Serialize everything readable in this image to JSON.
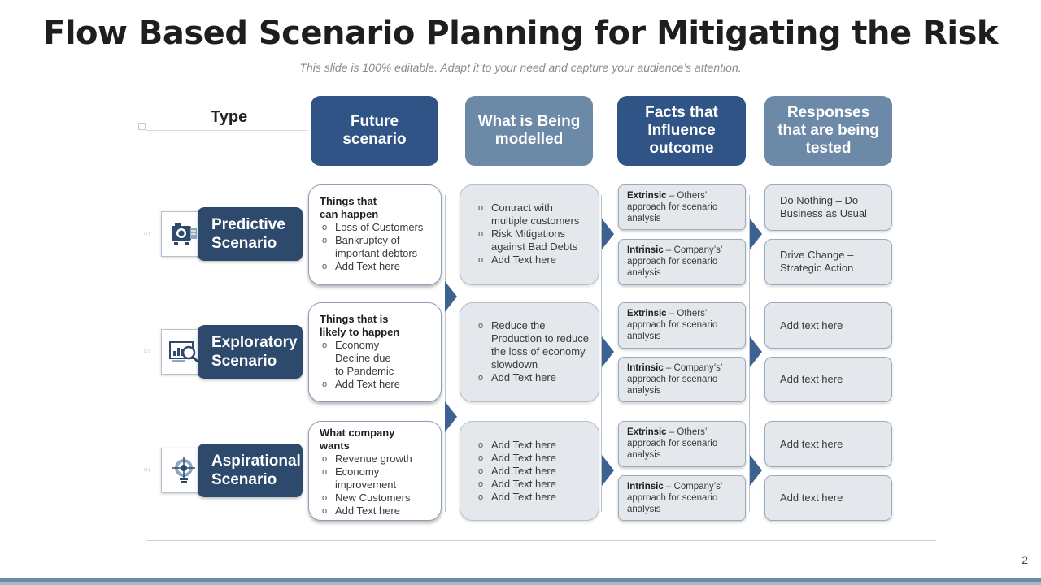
{
  "title": "Flow Based Scenario Planning for Mitigating the Risk",
  "subtitle": "This slide is 100% editable. Adapt it to your need and capture your audience’s attention.",
  "type_label": "Type",
  "headers": [
    "Future scenario",
    "What is Being modelled",
    "Facts that Influence outcome",
    "Responses that are being tested"
  ],
  "scenarios": [
    {
      "name_line1": "Predictive",
      "name_line2": "Scenario",
      "icon": "camera-report-icon",
      "future": {
        "head": "Things that can happen",
        "items": [
          "Loss of Customers",
          "Bankruptcy of important debtors",
          "Add Text here"
        ]
      },
      "modelled": [
        "Contract with multiple customers",
        "Risk Mitigations against Bad Debts",
        "Add Text here"
      ],
      "facts": [
        {
          "bold": "Extrinsic",
          "text": " – Others’ approach for scenario analysis"
        },
        {
          "bold": "Intrinsic",
          "text": " – Company’s’ approach for scenario analysis"
        }
      ],
      "responses": [
        "Do Nothing – Do Business as Usual",
        "Drive Change – Strategic Action"
      ]
    },
    {
      "name_line1": "Exploratory",
      "name_line2": "Scenario",
      "icon": "chart-magnifier-icon",
      "future": {
        "head": "Things that is likely to happen",
        "items": [
          "Economy Decline due to Pandemic",
          "Add Text here"
        ]
      },
      "modelled": [
        "Reduce the Production to reduce the loss of economy slowdown",
        "Add Text here"
      ],
      "facts": [
        {
          "bold": "Extrinsic",
          "text": " – Others’ approach for scenario analysis"
        },
        {
          "bold": "Intrinsic",
          "text": " – Company’s’ approach for scenario analysis"
        }
      ],
      "responses": [
        "Add text here",
        "Add text here"
      ]
    },
    {
      "name_line1": "Aspirational",
      "name_line2": "Scenario",
      "icon": "lightbulb-target-icon",
      "future": {
        "head": "What company wants",
        "items": [
          "Revenue growth",
          "Economy improvement",
          "New Customers",
          "Add Text here"
        ]
      },
      "modelled": [
        "Add Text here",
        "Add Text here",
        "Add Text here",
        "Add Text here",
        "Add Text here"
      ],
      "facts": [
        {
          "bold": "Extrinsic",
          "text": " – Others’ approach for scenario analysis"
        },
        {
          "bold": "Intrinsic",
          "text": " – Company’s’ approach for scenario analysis"
        }
      ],
      "responses": [
        "Add text here",
        "Add text here"
      ]
    }
  ],
  "page_number": "2",
  "colors": {
    "dark_header": "#2f5485",
    "light_header": "#6c89a8",
    "scenario_label": "#2d4a6d",
    "arrow": "#3c6291"
  }
}
